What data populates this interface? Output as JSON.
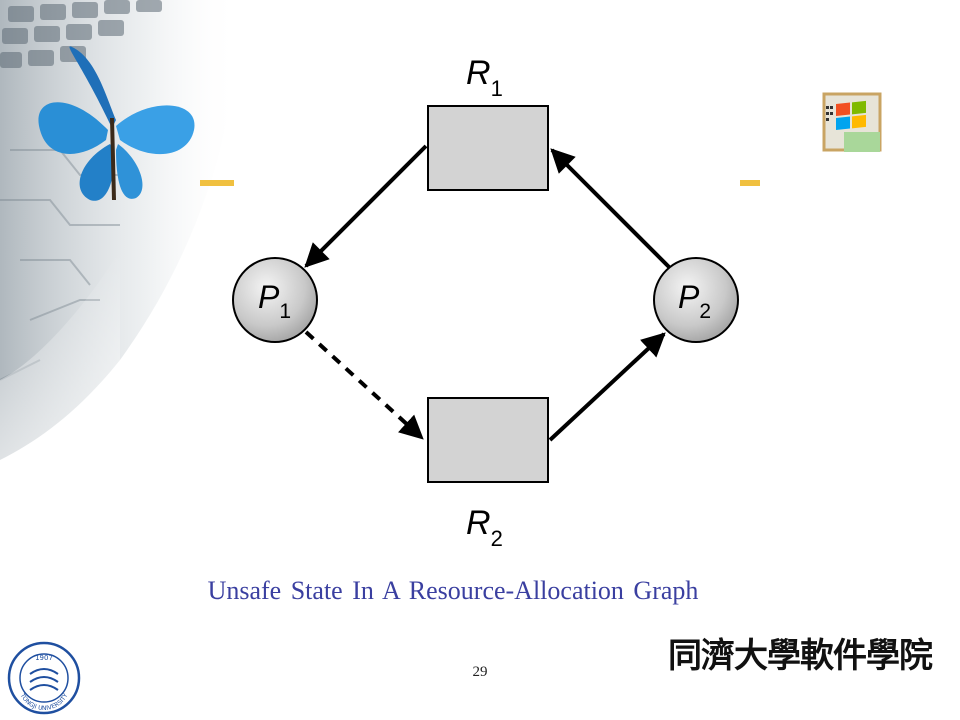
{
  "diagram": {
    "resources": [
      {
        "id": "R1",
        "letter": "R",
        "subscript": "1"
      },
      {
        "id": "R2",
        "letter": "R",
        "subscript": "2"
      }
    ],
    "processes": [
      {
        "id": "P1",
        "letter": "P",
        "subscript": "1"
      },
      {
        "id": "P2",
        "letter": "P",
        "subscript": "2"
      }
    ],
    "edges": [
      {
        "from": "R1",
        "to": "P1",
        "kind": "assignment",
        "style": "solid"
      },
      {
        "from": "P2",
        "to": "R1",
        "kind": "request",
        "style": "solid"
      },
      {
        "from": "P1",
        "to": "R2",
        "kind": "claim",
        "style": "dashed"
      },
      {
        "from": "R2",
        "to": "P2",
        "kind": "assignment",
        "style": "solid"
      }
    ]
  },
  "caption": "Unsafe  State In A Resource-Allocation  Graph",
  "page_number": "29",
  "school_name": "同濟大學軟件學院",
  "seal": {
    "year": "1907",
    "text": "TONGJI UNIVERSITY"
  },
  "colors": {
    "caption": "#3a3fa0",
    "box_fill": "#d3d3d3",
    "accent_bar": "#f0c040",
    "butterfly": "#2a8fd6"
  },
  "icons": {
    "decoration": "butterfly-circuit-background",
    "corner_logo": "windows-logo-icon",
    "seal": "university-seal-icon"
  }
}
